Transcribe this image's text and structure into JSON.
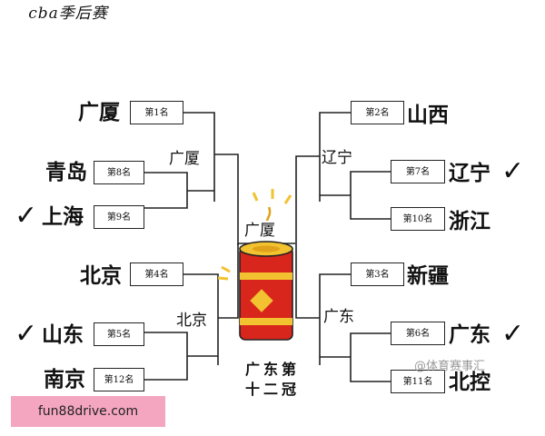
{
  "title": "cba季后赛",
  "left": {
    "top": {
      "seed1": {
        "team": "广厦",
        "seed": "第1名"
      },
      "pair": [
        {
          "team": "青岛",
          "seed": "第8名",
          "check": false
        },
        {
          "team": "上海",
          "seed": "第9名",
          "check": true
        }
      ],
      "winner": "广厦"
    },
    "bottom": {
      "seed4": {
        "team": "北京",
        "seed": "第4名"
      },
      "pair": [
        {
          "team": "山东",
          "seed": "第5名",
          "check": true
        },
        {
          "team": "南京",
          "seed": "第12名",
          "check": false
        }
      ],
      "winner": "北京"
    },
    "semi_winner": "广厦"
  },
  "right": {
    "top": {
      "seed2": {
        "team": "山西",
        "seed": "第2名"
      },
      "pair": [
        {
          "team": "辽宁",
          "seed": "第7名",
          "check": true
        },
        {
          "team": "浙江",
          "seed": "第10名",
          "check": false
        }
      ],
      "winner": "辽宁"
    },
    "bottom": {
      "seed3": {
        "team": "新疆",
        "seed": "第3名"
      },
      "pair": [
        {
          "team": "广东",
          "seed": "第6名",
          "check": true
        },
        {
          "team": "北控",
          "seed": "第11名",
          "check": false
        }
      ],
      "winner": "广东"
    }
  },
  "champion_text": "广东第十二冠",
  "check_mark": "✓",
  "watermark": "@体育赛事汇",
  "ad_text": "fun88drive.com",
  "colors": {
    "firecracker_red": "#d8261c",
    "firecracker_gold": "#f2c230",
    "ad_bg": "#f4a6c0"
  }
}
